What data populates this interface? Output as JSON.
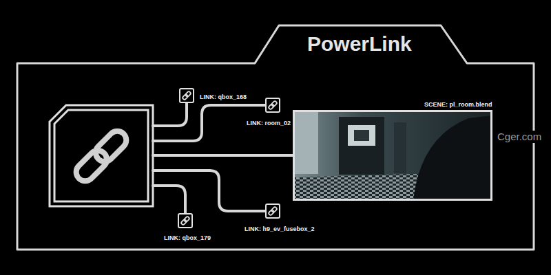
{
  "diagram": {
    "title": "PowerLink",
    "nodes": [
      {
        "text": [
          "LINK: qbox_168"
        ]
      },
      {
        "text": [
          "LINK: room_02"
        ]
      },
      {
        "text": [
          "SCENE: pl_room.blend"
        ]
      },
      {
        "text": [
          "LINK: h9_ev_fusebox_2"
        ]
      },
      {
        "text": [
          "LINK: qbox_179"
        ]
      }
    ],
    "labels": [
      "Cger.com"
    ]
  }
}
